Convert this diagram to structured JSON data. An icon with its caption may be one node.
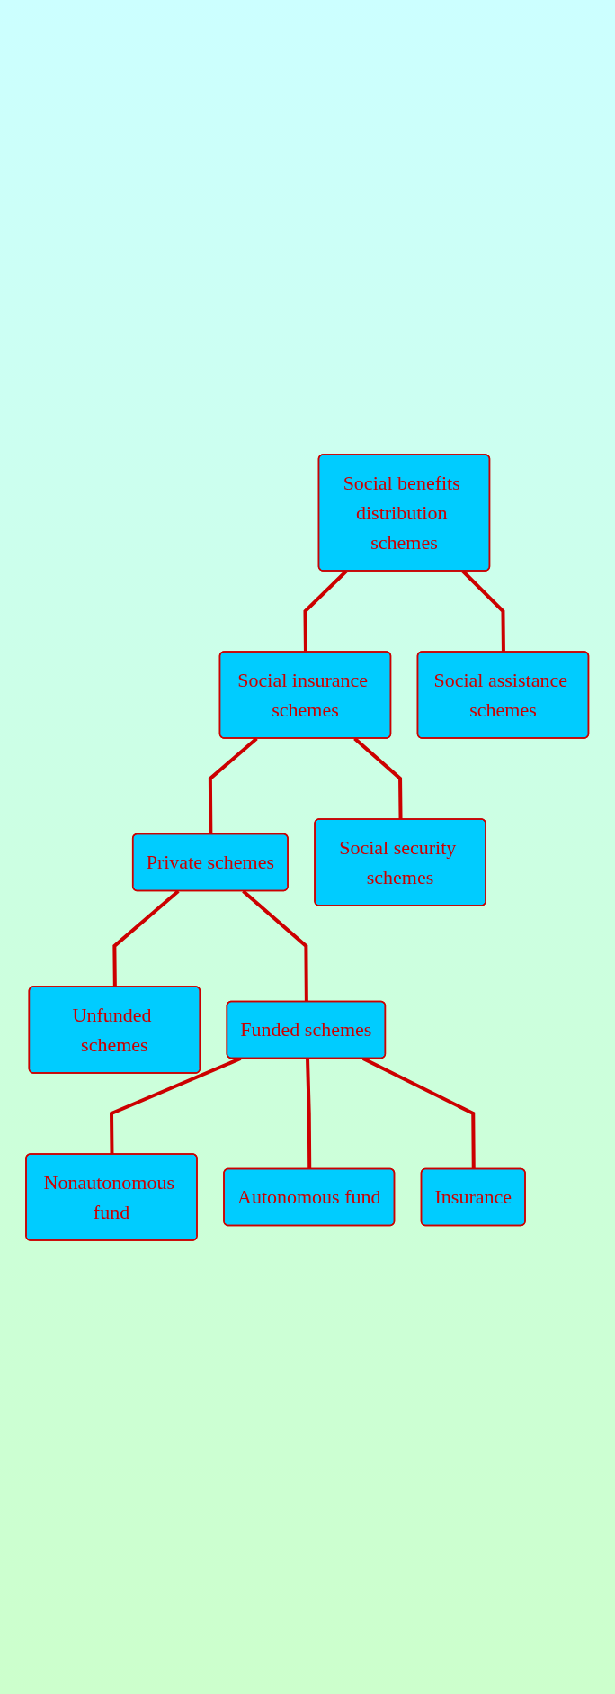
{
  "diagram": {
    "nodes": [
      {
        "text": [
          "Social benefits distribution schemes"
        ]
      },
      {
        "text": [
          "Social insurance schemes"
        ]
      },
      {
        "text": [
          "Social assistance schemes"
        ]
      },
      {
        "text": [
          "Private schemes"
        ]
      },
      {
        "text": [
          "Social security schemes"
        ]
      },
      {
        "text": [
          "Unfunded schemes"
        ]
      },
      {
        "text": [
          "Funded schemes"
        ]
      },
      {
        "text": [
          "Nonautonomous fund"
        ]
      },
      {
        "text": [
          "Autonomous fund"
        ]
      },
      {
        "text": [
          "Insurance"
        ]
      }
    ],
    "edges": [
      {
        "from": 0,
        "to": 1,
        "arrow": "none"
      },
      {
        "from": 0,
        "to": 2,
        "arrow": "none"
      },
      {
        "from": 1,
        "to": 3,
        "arrow": "none"
      },
      {
        "from": 1,
        "to": 4,
        "arrow": "none"
      },
      {
        "from": 3,
        "to": 5,
        "arrow": "none"
      },
      {
        "from": 3,
        "to": 6,
        "arrow": "none"
      },
      {
        "from": 6,
        "to": 7,
        "arrow": "none"
      },
      {
        "from": 6,
        "to": 8,
        "arrow": "none"
      },
      {
        "from": 6,
        "to": 9,
        "arrow": "none"
      }
    ]
  }
}
